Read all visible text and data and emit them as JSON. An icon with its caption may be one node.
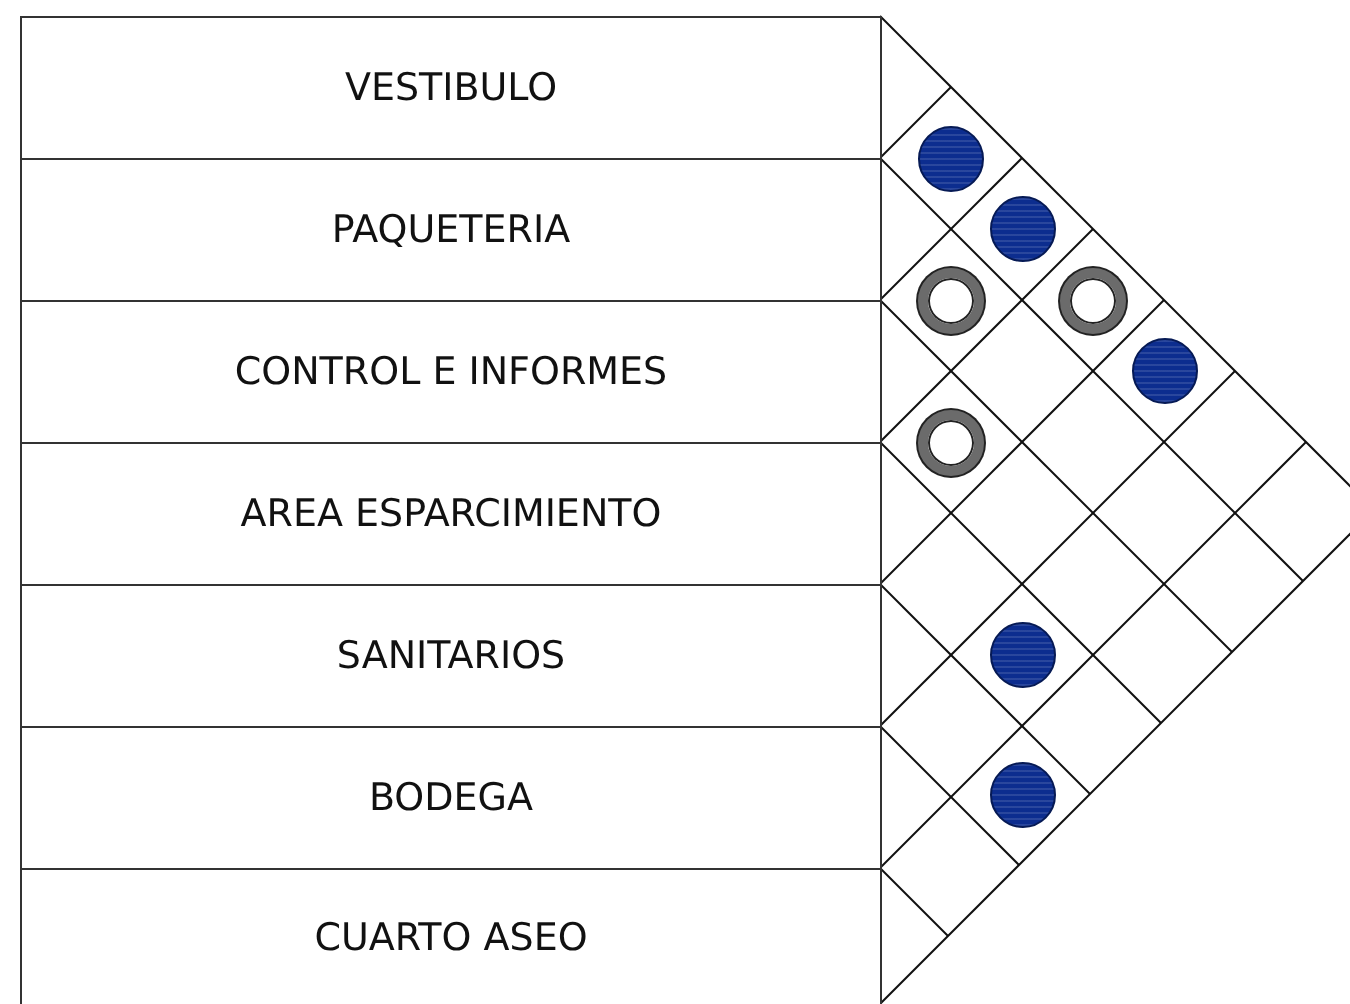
{
  "diagram": {
    "nodes": [
      {
        "text": [
          "VESTIBULO"
        ]
      },
      {
        "text": [
          "PAQUETERIA"
        ]
      },
      {
        "text": [
          "CONTROL E INFORMES"
        ]
      },
      {
        "text": [
          "AREA ESPARCIMIENTO"
        ]
      },
      {
        "text": [
          "SANITARIOS"
        ]
      },
      {
        "text": [
          "BODEGA"
        ]
      },
      {
        "text": [
          "CUARTO ASEO"
        ]
      },
      {
        "text": [],
        "shape": "circle"
      },
      {
        "text": [],
        "shape": "circle"
      },
      {
        "text": [],
        "shape": "ring"
      },
      {
        "text": [],
        "shape": "ring"
      },
      {
        "text": [],
        "shape": "circle"
      },
      {
        "text": [],
        "shape": "ring"
      },
      {
        "text": [],
        "shape": "circle"
      },
      {
        "text": [],
        "shape": "circle"
      }
    ]
  }
}
